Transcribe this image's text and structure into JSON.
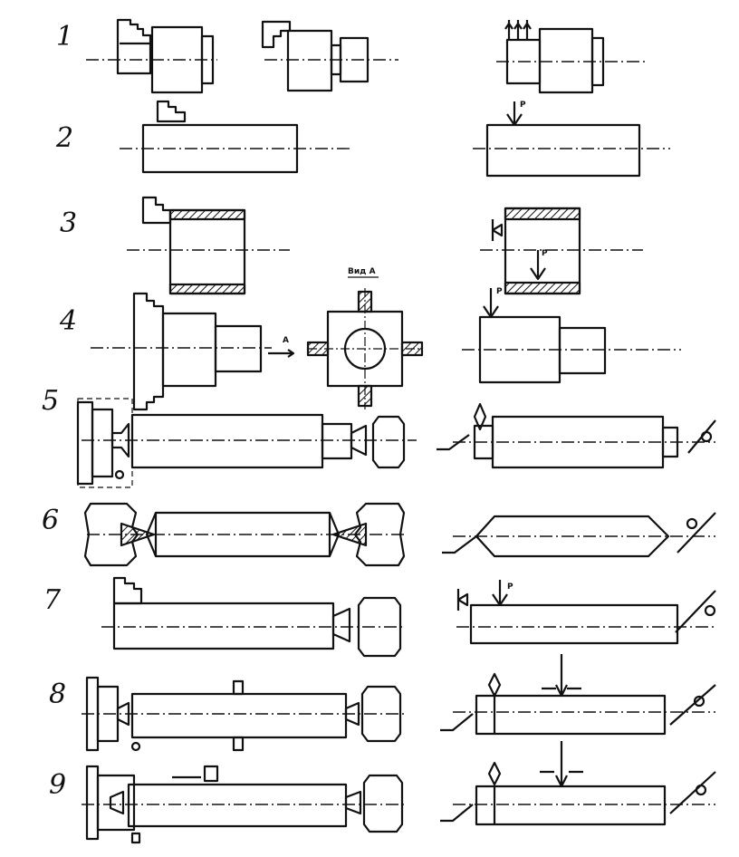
{
  "rows": [
    {
      "number": "1"
    },
    {
      "number": "2"
    },
    {
      "number": "3"
    },
    {
      "number": "4"
    },
    {
      "number": "5"
    },
    {
      "number": "6"
    },
    {
      "number": "7"
    },
    {
      "number": "8"
    },
    {
      "number": "9"
    }
  ],
  "labels": {
    "view_a_title": "Вид А",
    "arrow_a": "А",
    "force_p": "Р"
  },
  "colors": {
    "ink": "#111111",
    "paper": "#ffffff"
  }
}
